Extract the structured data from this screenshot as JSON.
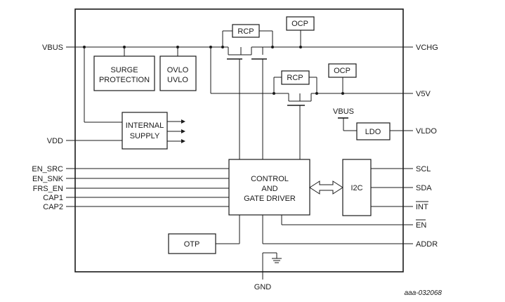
{
  "pins_left": {
    "vbus": "VBUS",
    "vdd": "VDD",
    "en_src": "EN_SRC",
    "en_snk": "EN_SNK",
    "frs_en": "FRS_EN",
    "cap1": "CAP1",
    "cap2": "CAP2"
  },
  "pins_right": {
    "vchg": "VCHG",
    "v5v": "V5V",
    "vldo": "VLDO",
    "scl": "SCL",
    "sda": "SDA",
    "int": "INT",
    "en": "EN",
    "addr": "ADDR"
  },
  "pins_bottom": {
    "gnd": "GND"
  },
  "blocks": {
    "rcp_top": "RCP",
    "ocp_top": "OCP",
    "rcp_mid": "RCP",
    "ocp_mid": "OCP",
    "surge_line1": "SURGE",
    "surge_line2": "PROTECTION",
    "ovlo_line1": "OVLO",
    "ovlo_line2": "UVLO",
    "internal_line1": "INTERNAL",
    "internal_line2": "SUPPLY",
    "vbus_ldo": "VBUS",
    "ldo": "LDO",
    "control_line1": "CONTROL",
    "control_line2": "AND",
    "control_line3": "GATE DRIVER",
    "i2c": "I2C",
    "otp": "OTP"
  },
  "figure_ref": "aaa-032068"
}
